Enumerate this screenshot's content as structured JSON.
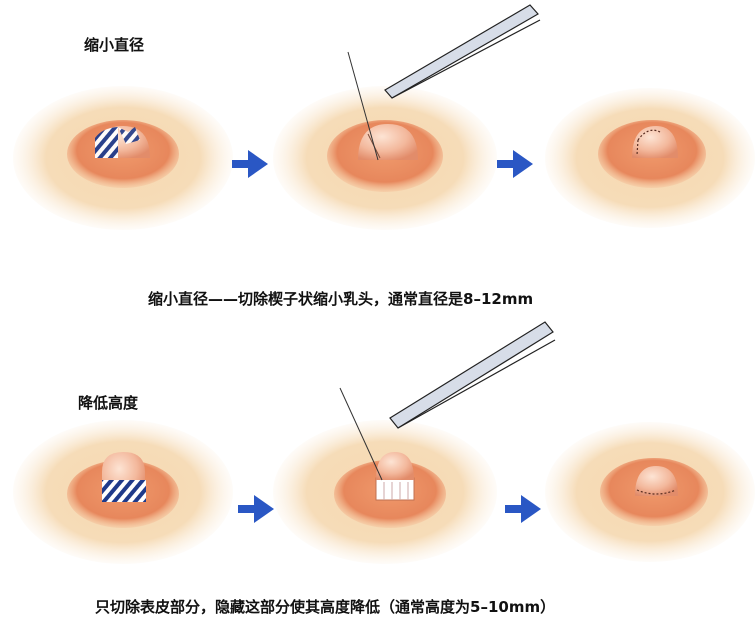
{
  "sections": [
    {
      "title": "缩小直径",
      "caption": "缩小直径——切除楔子状缩小乳头，通常直径是8–12mm"
    },
    {
      "title": "降低高度",
      "caption": "只切除表皮部分，隐藏这部分使其高度降低（通常高度为5–10mm）"
    }
  ],
  "colors": {
    "skin": "#f6d6a8",
    "areola": "#e88a5e",
    "nipple": "#f3b89c",
    "arrow": "#2a57c4",
    "stripe": "#1f3a8a"
  }
}
